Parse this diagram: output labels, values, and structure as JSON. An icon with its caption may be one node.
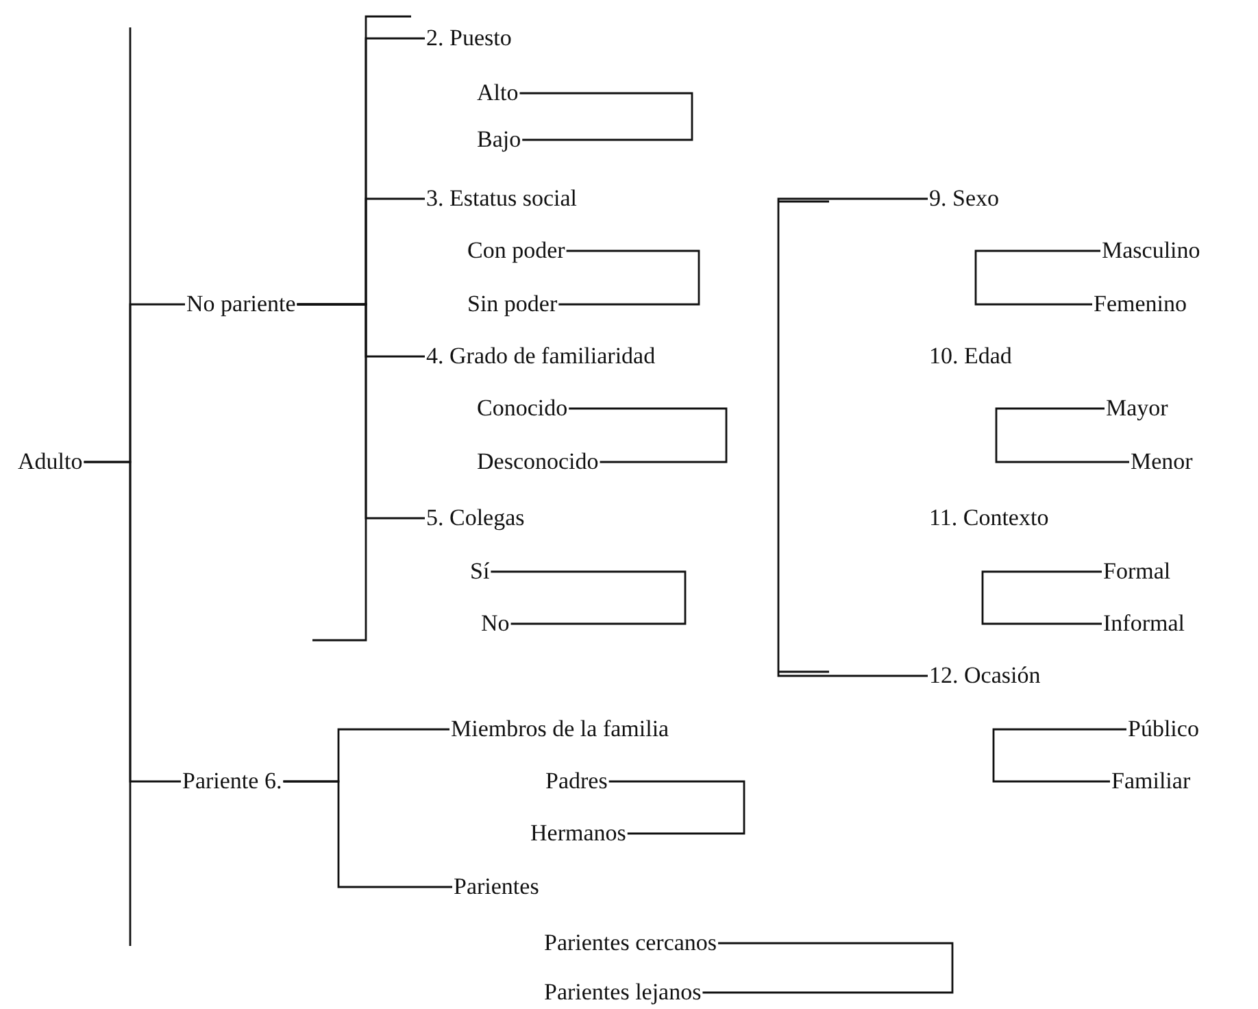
{
  "diagram": {
    "nodes": [
      {
        "text": [
          "Adulto"
        ]
      },
      {
        "text": [
          "No pariente"
        ]
      },
      {
        "text": [
          "Pariente 6."
        ]
      },
      {
        "text": [
          "2. Puesto"
        ]
      },
      {
        "text": [
          "Alto"
        ]
      },
      {
        "text": [
          "Bajo"
        ]
      },
      {
        "text": [
          "3. Estatus social"
        ]
      },
      {
        "text": [
          "Con poder"
        ]
      },
      {
        "text": [
          "Sin poder"
        ]
      },
      {
        "text": [
          "4. Grado de familiaridad"
        ]
      },
      {
        "text": [
          "Conocido"
        ]
      },
      {
        "text": [
          "Desconocido"
        ]
      },
      {
        "text": [
          "5. Colegas"
        ]
      },
      {
        "text": [
          "Sí"
        ]
      },
      {
        "text": [
          "No"
        ]
      },
      {
        "text": [
          "9. Sexo"
        ]
      },
      {
        "text": [
          "Masculino"
        ]
      },
      {
        "text": [
          "Femenino"
        ]
      },
      {
        "text": [
          "10. Edad"
        ]
      },
      {
        "text": [
          "Mayor"
        ]
      },
      {
        "text": [
          "Menor"
        ]
      },
      {
        "text": [
          "11. Contexto"
        ]
      },
      {
        "text": [
          "Formal"
        ]
      },
      {
        "text": [
          "Informal"
        ]
      },
      {
        "text": [
          "12. Ocasión"
        ]
      },
      {
        "text": [
          "Público"
        ]
      },
      {
        "text": [
          "Familiar"
        ]
      },
      {
        "text": [
          "Miembros de la familia"
        ]
      },
      {
        "text": [
          "Padres"
        ]
      },
      {
        "text": [
          "Hermanos"
        ]
      },
      {
        "text": [
          "Parientes"
        ]
      },
      {
        "text": [
          "Parientes cercanos"
        ]
      },
      {
        "text": [
          "Parientes lejanos"
        ]
      }
    ],
    "edges": [
      {
        "from": 0,
        "to": 1,
        "arrow": "none"
      },
      {
        "from": 0,
        "to": 2,
        "arrow": "none"
      },
      {
        "from": 1,
        "to": 3,
        "arrow": "none"
      },
      {
        "from": 1,
        "to": 6,
        "arrow": "none"
      },
      {
        "from": 1,
        "to": 9,
        "arrow": "none"
      },
      {
        "from": 1,
        "to": 12,
        "arrow": "none"
      },
      {
        "from": 4,
        "to": 5,
        "arrow": "none"
      },
      {
        "from": 7,
        "to": 8,
        "arrow": "none"
      },
      {
        "from": 10,
        "to": 11,
        "arrow": "none"
      },
      {
        "from": 13,
        "to": 14,
        "arrow": "none"
      },
      {
        "from": 15,
        "to": 24,
        "arrow": "none"
      },
      {
        "from": 16,
        "to": 17,
        "arrow": "none"
      },
      {
        "from": 19,
        "to": 20,
        "arrow": "none"
      },
      {
        "from": 22,
        "to": 23,
        "arrow": "none"
      },
      {
        "from": 25,
        "to": 26,
        "arrow": "none"
      },
      {
        "from": 2,
        "to": 27,
        "arrow": "none"
      },
      {
        "from": 2,
        "to": 30,
        "arrow": "none"
      },
      {
        "from": 28,
        "to": 29,
        "arrow": "none"
      },
      {
        "from": 31,
        "to": 32,
        "arrow": "none"
      }
    ]
  }
}
